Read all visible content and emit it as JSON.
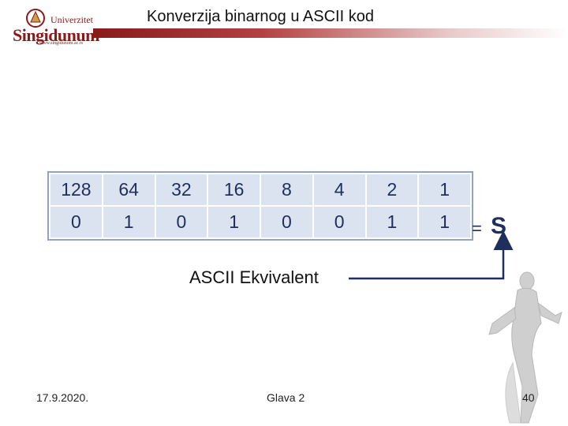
{
  "header": {
    "title": "Konverzija binarnog u ASCII kod",
    "logo_university": "Univerzitet",
    "logo_name": "Singidunum",
    "logo_url": "www.singidunum.ac.rs"
  },
  "table": {
    "weights": [
      "128",
      "64",
      "32",
      "16",
      "8",
      "4",
      "2",
      "1"
    ],
    "bits": [
      "0",
      "1",
      "0",
      "1",
      "0",
      "0",
      "1",
      "1"
    ]
  },
  "result": {
    "equals": "=",
    "character": "S"
  },
  "annotation": {
    "label": "ASCII Ekvivalent"
  },
  "footer": {
    "date": "17.9.2020.",
    "chapter": "Glava 2",
    "page": "40"
  },
  "colors": {
    "brand": "#8a1a1a",
    "cell_fill": "#dbe3f0",
    "text_blue": "#1e2f5e"
  }
}
